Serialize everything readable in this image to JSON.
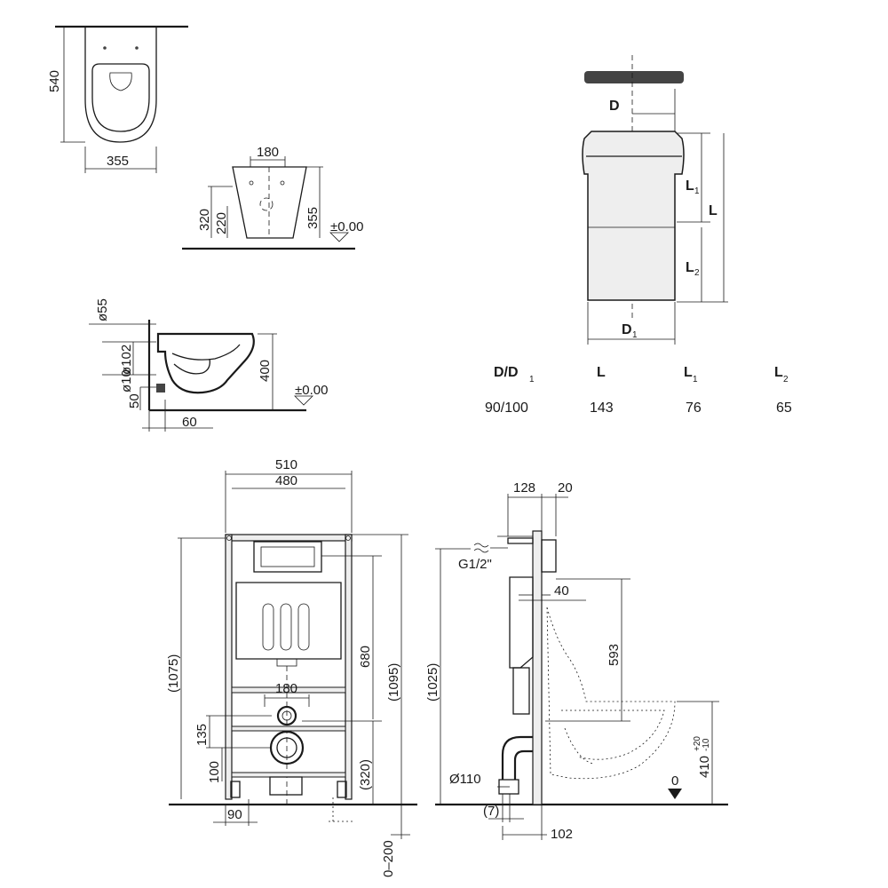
{
  "top_left_view": {
    "height_label": "540",
    "width_label": "355"
  },
  "front_view": {
    "top_width_label": "180",
    "outer_height_label": "320",
    "inner_height_label": "220",
    "right_height_label": "355",
    "level_label": "±0.00"
  },
  "side_view": {
    "d55_label": "ø55",
    "d102_label": "ø102",
    "d10_label": "ø10",
    "d50_label": "50",
    "height_label": "400",
    "level_label": "±0.00",
    "bottom_label": "60"
  },
  "pipe_detail": {
    "d_label": "D",
    "l_label": "L",
    "l1_label": "L",
    "l1_sub": "1",
    "l2_label": "L",
    "l2_sub": "2",
    "d1_label": "D",
    "d1_sub": "1"
  },
  "pipe_table": {
    "headers": [
      {
        "main": "D/D",
        "sub": "1"
      },
      {
        "main": "L",
        "sub": ""
      },
      {
        "main": "L",
        "sub": "1"
      },
      {
        "main": "L",
        "sub": "2"
      }
    ],
    "values": [
      "90/100",
      "143",
      "76",
      "65"
    ]
  },
  "frame_front": {
    "w510": "510",
    "w480": "480",
    "h1075": "(1075)",
    "h680": "680",
    "h1095": "(1095)",
    "w180": "180",
    "h135": "135",
    "h100": "100",
    "h320": "(320)",
    "w90": "90",
    "adj": "0–200"
  },
  "frame_side": {
    "d128": "128",
    "d20": "20",
    "thread": "G1/2\"",
    "d40": "40",
    "h1025": "(1025)",
    "h593": "593",
    "h410": "410",
    "tol_plus": "+20",
    "tol_minus": "-10",
    "zero": "0",
    "d110": "Ø110",
    "d7": "(7)",
    "d102": "102"
  }
}
